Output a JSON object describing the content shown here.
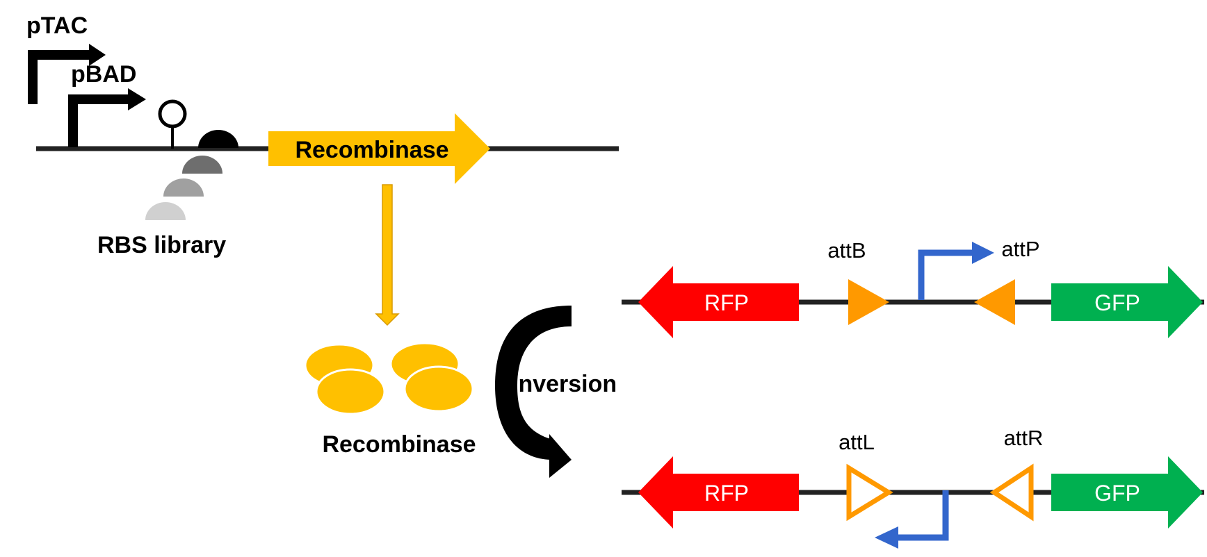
{
  "labels": {
    "ptac": "pTAC",
    "pbad": "pBAD",
    "recombinase_gene": "Recombinase",
    "rbs_library": "RBS library",
    "recombinase_protein": "Recombinase",
    "inversion": "Inversion",
    "rfp_top": "RFP",
    "gfp_top": "GFP",
    "attb": "attB",
    "attp": "attP",
    "rfp_bottom": "RFP",
    "gfp_bottom": "GFP",
    "attl": "attL",
    "attr": "attR"
  },
  "colors": {
    "backbone": "#222222",
    "promoter": "#000000",
    "recombinase": "#FFC000",
    "recombinase_outline": "#E0A800",
    "rfp": "#FF0000",
    "gfp": "#00B050",
    "att_site": "#FF9900",
    "reporter_promoter": "#3366CC",
    "rbs_shades": [
      "#000000",
      "#6e6e6e",
      "#a0a0a0",
      "#d0d0d0"
    ]
  }
}
